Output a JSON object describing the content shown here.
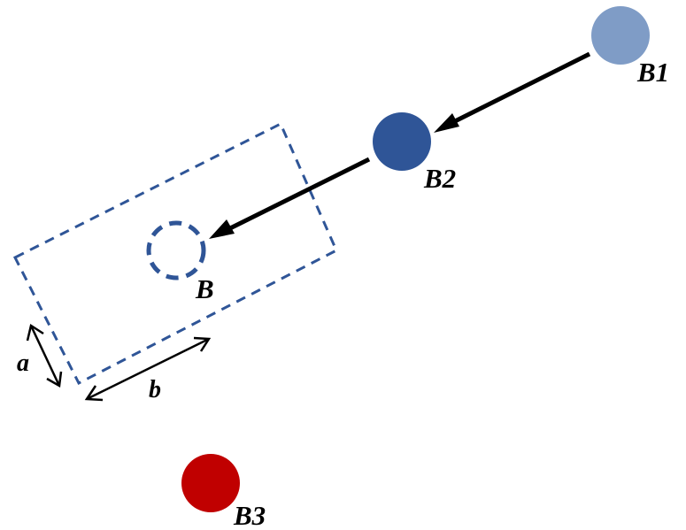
{
  "colors": {
    "b1": "#7f9cc6",
    "b2": "#2f5597",
    "b_outline": "#2f5597",
    "b3": "#c00000",
    "rect_dash": "#2f5597",
    "arrow": "#000000"
  },
  "labels": {
    "b1": "B1",
    "b2": "B2",
    "b": "B",
    "b3": "B3",
    "a": "a",
    "bdim": "b"
  }
}
